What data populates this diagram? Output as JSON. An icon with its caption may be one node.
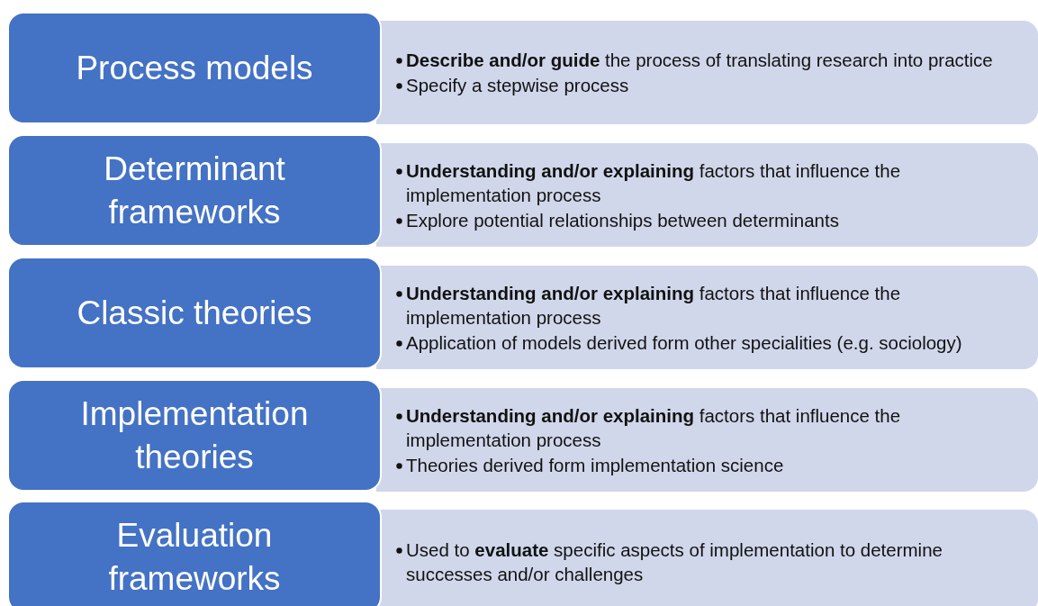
{
  "diagram": {
    "nodes": [
      {
        "text": [
          "Process models"
        ]
      },
      {
        "text": [
          "**Describe and/or guide** the process of translating research into practice",
          "Specify a stepwise process"
        ]
      },
      {
        "text": [
          "Determinant frameworks"
        ]
      },
      {
        "text": [
          "**Understanding and/or explaining** factors that influence the implementation process",
          "Explore potential relationships between determinants"
        ]
      },
      {
        "text": [
          "Classic theories"
        ]
      },
      {
        "text": [
          "**Understanding and/or explaining** factors that influence the implementation process",
          "Application of models derived form other specialities (e.g. sociology)"
        ]
      },
      {
        "text": [
          "Implementation theories"
        ]
      },
      {
        "text": [
          "**Understanding and/or explaining** factors that influence the implementation process",
          "Theories derived form implementation science"
        ]
      },
      {
        "text": [
          "Evaluation frameworks"
        ]
      },
      {
        "text": [
          "Used to **evaluate** specific aspects of implementation to determine successes and/or challenges"
        ]
      }
    ]
  }
}
